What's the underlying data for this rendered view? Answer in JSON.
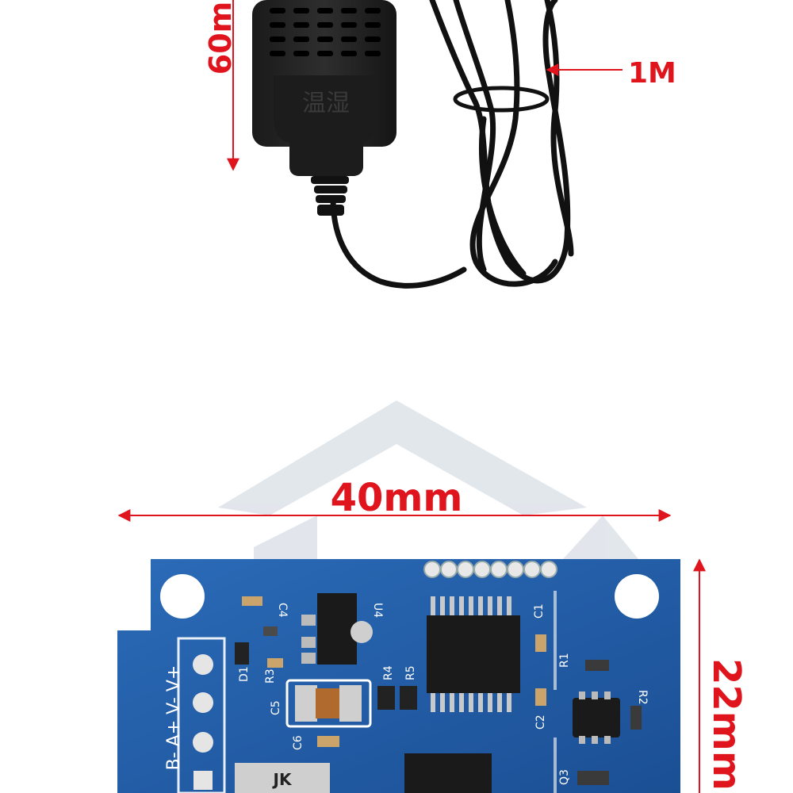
{
  "sensor": {
    "height_label": "60m",
    "cable_length_label": "1M",
    "body_marking": "温湿"
  },
  "board": {
    "width_label": "40mm",
    "height_label": "22mm",
    "terminal_labels": "B- A+ V- V+",
    "chip_marking": "JK",
    "components": [
      "C4",
      "U4",
      "D1",
      "R3",
      "C5",
      "C6",
      "R4",
      "R5",
      "C1",
      "C2",
      "R1",
      "R2",
      "Q3"
    ]
  },
  "colors": {
    "dimension": "#e0141c",
    "board": "#1f5ea8",
    "cable": "#111111"
  }
}
